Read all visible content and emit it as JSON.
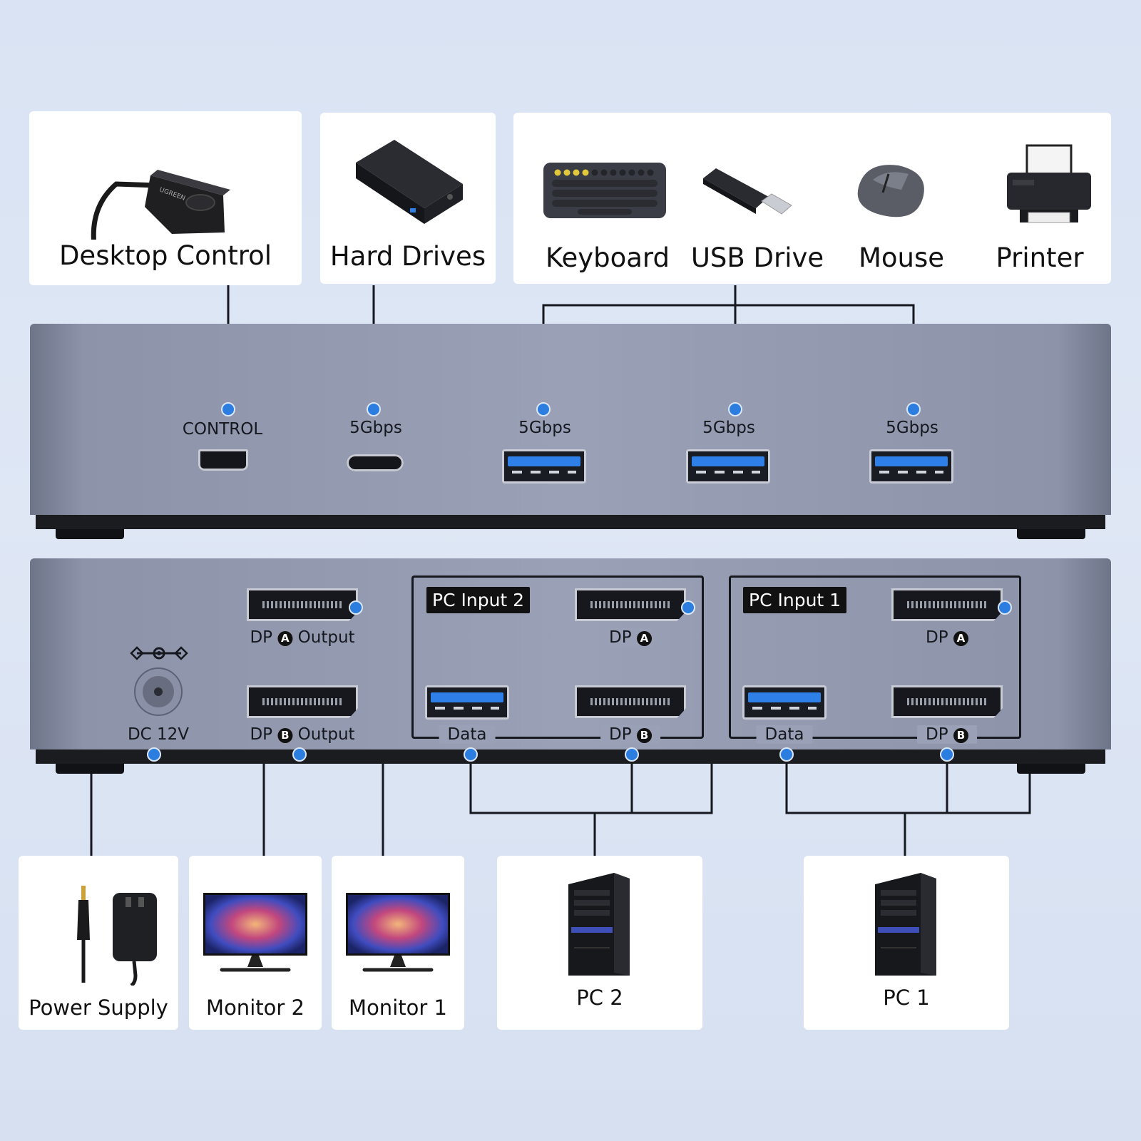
{
  "top_devices": {
    "desktop_control": "Desktop Control",
    "hard_drives": "Hard Drives",
    "keyboard": "Keyboard",
    "usb_drive": "USB Drive",
    "mouse": "Mouse",
    "printer": "Printer"
  },
  "front_panel": {
    "control_label": "CONTROL",
    "port1_label": "5Gbps",
    "port2_label": "5Gbps",
    "port3_label": "5Gbps",
    "port4_label": "5Gbps"
  },
  "rear_panel": {
    "dc_label": "DC 12V",
    "dp_a_output_pre": "DP",
    "dp_a_output_badge": "A",
    "dp_a_output_post": "Output",
    "dp_b_output_pre": "DP",
    "dp_b_output_badge": "B",
    "dp_b_output_post": "Output",
    "pc_input_2": "PC Input 2",
    "pc_input_1": "PC Input 1",
    "pc2_dp_a_pre": "DP",
    "pc2_dp_a_badge": "A",
    "pc2_dp_b_pre": "DP",
    "pc2_dp_b_badge": "B",
    "pc2_data": "Data",
    "pc1_dp_a_pre": "DP",
    "pc1_dp_a_badge": "A",
    "pc1_dp_b_pre": "DP",
    "pc1_dp_b_badge": "B",
    "pc1_data": "Data"
  },
  "bottom_devices": {
    "power_supply": "Power Supply",
    "monitor_2": "Monitor 2",
    "monitor_1": "Monitor 1",
    "pc_2": "PC 2",
    "pc_1": "PC 1"
  },
  "colors": {
    "connector_dot": "#2b7de0",
    "line": "#16181f",
    "panel": "#9aa0b6",
    "usb_blue": "#2f7fe8"
  }
}
